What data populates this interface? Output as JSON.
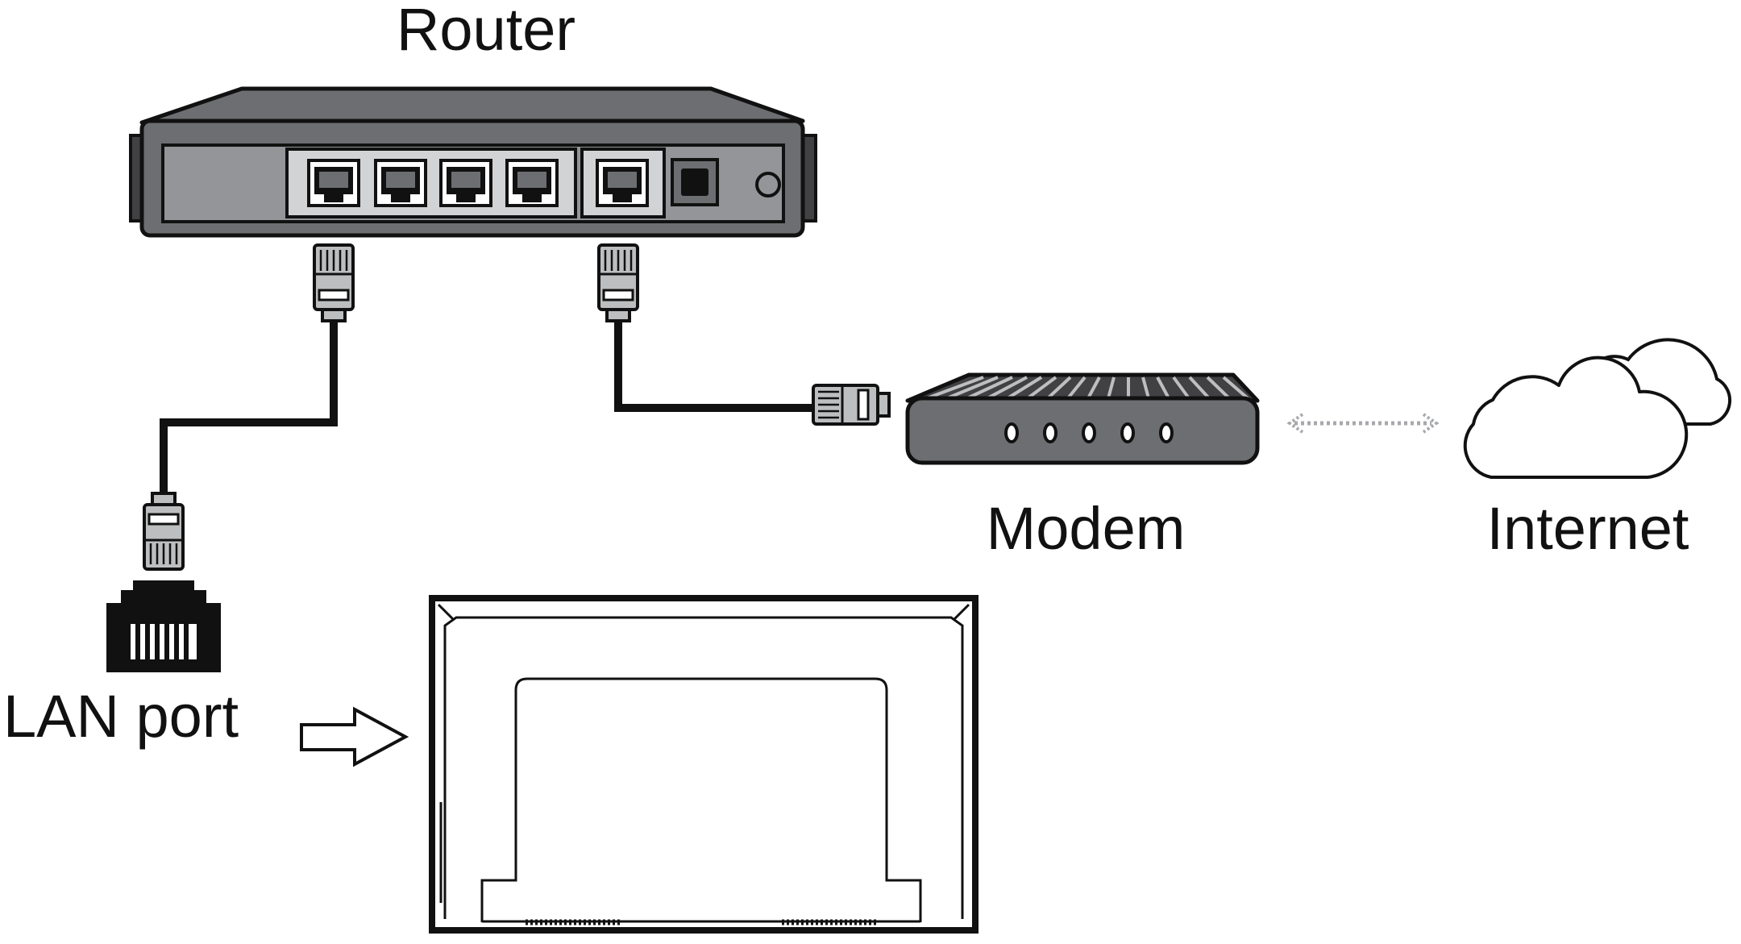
{
  "labels": {
    "router": "Router",
    "modem": "Modem",
    "internet": "Internet",
    "lan_port": "LAN port"
  },
  "colors": {
    "device_body": "#6d6e71",
    "device_dark": "#414042",
    "connector": "#bcbec0",
    "cable": "#111111",
    "link_dotted": "#a7a9ac",
    "outline": "#111111"
  },
  "icons": {
    "router": "router-icon",
    "modem": "modem-icon",
    "cloud": "cloud-icon",
    "lan_port": "ethernet-port-icon",
    "arrow": "arrow-right-icon",
    "display": "tv-back-icon"
  }
}
